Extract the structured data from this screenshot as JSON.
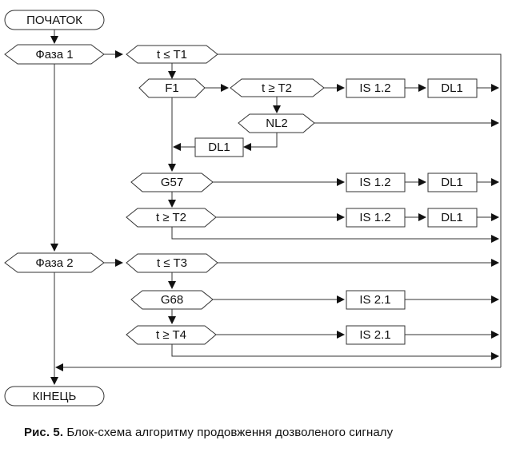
{
  "diagram": {
    "start": "ПОЧАТОК",
    "end": "КІНЕЦЬ",
    "phase1": "Фаза 1",
    "phase2": "Фаза 2",
    "t_le_t1": "t ≤ T1",
    "f1": "F1",
    "t_ge_t2_a": "t ≥ T2",
    "is12_a": "IS 1.2",
    "dl1_a": "DL1",
    "nl2": "NL2",
    "dl1_b": "DL1",
    "g57": "G57",
    "is12_b": "IS 1.2",
    "dl1_c": "DL1",
    "t_ge_t2_b": "t ≥ T2",
    "is12_c": "IS 1.2",
    "dl1_d": "DL1",
    "t_le_t3": "t ≤ T3",
    "g68": "G68",
    "is21_a": "IS 2.1",
    "t_ge_t4": "t ≥ T4",
    "is21_b": "IS 2.1"
  },
  "caption": {
    "label": "Рис. 5.",
    "text": " Блок-схема алгоритму продовження дозволеного сигналу"
  }
}
